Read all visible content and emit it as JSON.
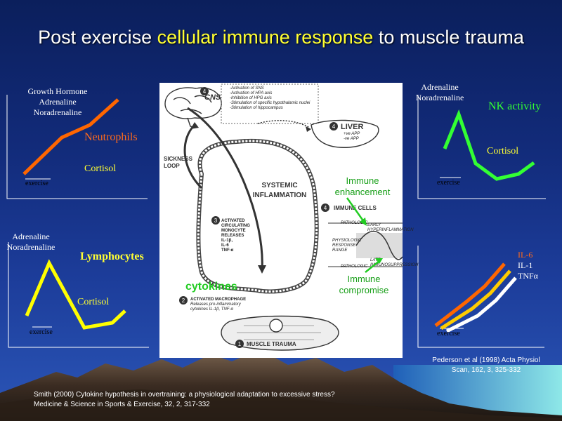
{
  "title": {
    "part1": "Post exercise ",
    "highlight": "cellular immune response",
    "part2": " to muscle trauma"
  },
  "panel_top_left": {
    "hormones": [
      "Growth Hormone",
      "Adrenaline",
      "Noradrenaline"
    ],
    "cell_label": "Neutrophils",
    "cortisol": "Cortisol",
    "exercise": "exercise"
  },
  "panel_bottom_left": {
    "hormones": [
      "Adrenaline",
      "Noradrenaline"
    ],
    "cell_label": "Lymphocytes",
    "cortisol": "Cortisol",
    "exercise": "exercise"
  },
  "panel_top_right": {
    "hormones": [
      "Adrenaline",
      "Noradrenaline"
    ],
    "cell_label": "NK activity",
    "cortisol": "Cortisol",
    "exercise": "exercise"
  },
  "panel_bottom_right": {
    "cytokines": [
      "IL-6",
      "IL-1",
      "TNFα"
    ],
    "exercise": "exercise"
  },
  "diagram": {
    "cns": "CNS",
    "cns_list": [
      "-Activation of SNS",
      "-Activation of HPA axis",
      "-Inhibition of HPG axis",
      "-Stimulation of specific hypothalamic nuclei",
      "-Stimulation of hippocampus"
    ],
    "liver": "LIVER",
    "liver_list": [
      "+ve APP",
      "-ve APP"
    ],
    "sickness_loop": "SICKNESS LOOP",
    "systemic": "SYSTEMIC INFLAMMATION",
    "monocyte": [
      "ACTIVATED",
      "CIRCULATING",
      "MONOCYTE",
      "RELEASES",
      "IL-1β,",
      "IL-6",
      "TNF-α"
    ],
    "macrophage": [
      "ACTIVATED MACROPHAGE",
      "Releases pro-inflammatory",
      "cytokines IL-1β, TNF-α"
    ],
    "muscle_trauma": "MUSCLE TRAUMA",
    "immune_cells": "IMMUNE CELLS",
    "pathologic": "PATHOLOGIC",
    "early": "EARLY HYPERINFLAMMATION",
    "late": "LATE IMMUNOSUPPRESSION",
    "phys_range": "PHYSIOLOGIC RESPONSE RANGE",
    "step_numbers": [
      "1",
      "2",
      "3",
      "4",
      "4",
      "4"
    ]
  },
  "overlay": {
    "cytokines": "cytokines",
    "immune_enhancement": [
      "Immune",
      "enhancement"
    ],
    "immune_compromise": [
      "Immune",
      "compromise"
    ]
  },
  "ref_right": [
    "Pederson et al (1998) Acta Physiol",
    "Scan, 162, 3, 325-332"
  ],
  "ref_bottom": [
    "Smith (2000) Cytokine hypothesis in overtraining: a physiological adaptation to excessive stress?",
    "Medicine & Science in Sports & Exercise, 32, 2, 317-332"
  ],
  "colors": {
    "neutrophil_line": "#ff6600",
    "lymphocyte_line": "#ffff00",
    "nk_line": "#33ff33",
    "il6_line": "#ff6600",
    "il1_line": "#ffcc00",
    "tnf_line": "#ffffff",
    "highlight_text": "#ffff33",
    "overlay_green": "#22cc22"
  }
}
